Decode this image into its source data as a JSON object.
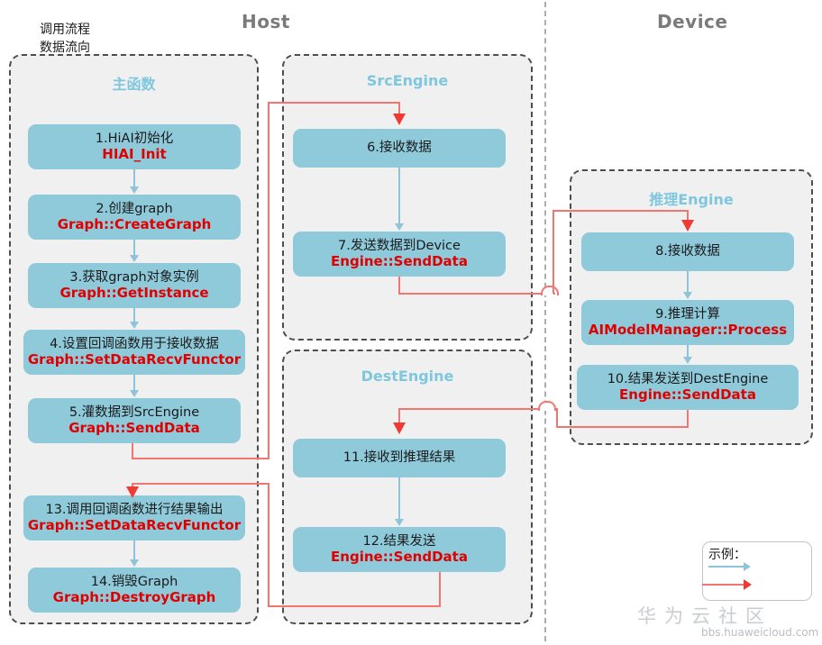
{
  "headers": {
    "host": "Host",
    "device": "Device"
  },
  "groups": {
    "main": {
      "title": "主函数"
    },
    "src": {
      "title": "SrcEngine"
    },
    "dest": {
      "title": "DestEngine"
    },
    "infer": {
      "title": "推理Engine"
    }
  },
  "steps": {
    "s1": {
      "cn": "1.HiAI初始化",
      "api": "HIAI_Init"
    },
    "s2": {
      "cn": "2.创建graph",
      "api": "Graph::CreateGraph"
    },
    "s3": {
      "cn": "3.获取graph对象实例",
      "api": "Graph::GetInstance"
    },
    "s4": {
      "cn": "4.设置回调函数用于接收数据",
      "api": "Graph::SetDataRecvFunctor"
    },
    "s5": {
      "cn": "5.灌数据到SrcEngine",
      "api": "Graph::SendData"
    },
    "s6": {
      "cn": "6.接收数据",
      "api": ""
    },
    "s7": {
      "cn": "7.发送数据到Device",
      "api": "Engine::SendData"
    },
    "s8": {
      "cn": "8.接收数据",
      "api": ""
    },
    "s9": {
      "cn": "9.推理计算",
      "api": "AIModelManager::Process"
    },
    "s10": {
      "cn": "10.结果发送到DestEngine",
      "api": "Engine::SendData"
    },
    "s11": {
      "cn": "11.接收到推理结果",
      "api": ""
    },
    "s12": {
      "cn": "12.结果发送",
      "api": "Engine::SendData"
    },
    "s13": {
      "cn": "13.调用回调函数进行结果输出",
      "api": "Graph::SetDataRecvFunctor"
    },
    "s14": {
      "cn": "14.销毁Graph",
      "api": "Graph::DestroyGraph"
    }
  },
  "legend": {
    "title": "示例：",
    "call_flow": "调用流程",
    "data_flow": "数据流向"
  },
  "watermark": {
    "cn": "华为云社区",
    "url": "bbs.huaweicloud.com"
  },
  "colors": {
    "box_fill": "#8fcadb",
    "api_text": "#e00000",
    "group_title": "#7ec7df",
    "call_arrow": "#8fc4d8",
    "data_arrow": "#f4756f",
    "header_text": "#7a7a7a"
  }
}
